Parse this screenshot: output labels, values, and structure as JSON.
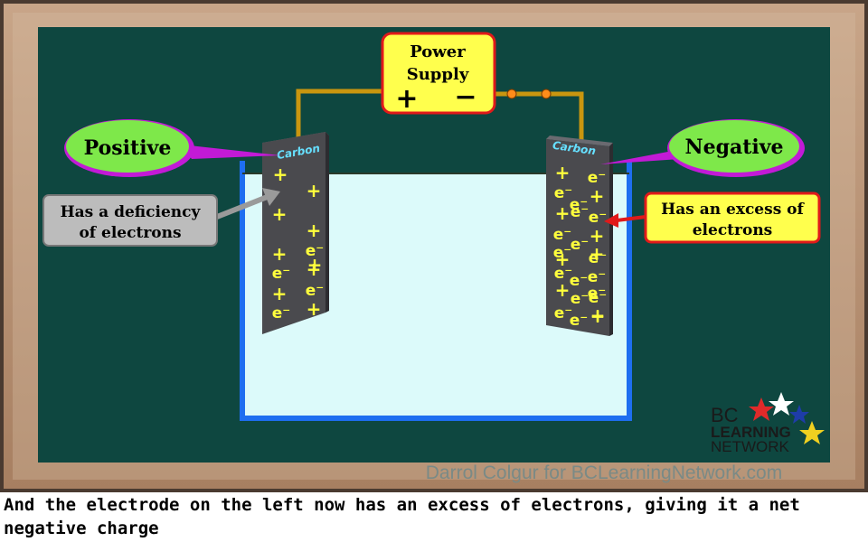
{
  "diagram": {
    "power_supply": {
      "label_line1": "Power",
      "label_line2": "Supply",
      "plus": "+",
      "minus": "−"
    },
    "left_electrode": {
      "material": "Carbon",
      "callout": "Positive",
      "note_line1": "Has a deficiency",
      "note_line2": "of electrons",
      "charges": [
        "+",
        "+",
        "+",
        "+",
        "+",
        "+",
        "+",
        "e⁻",
        "e⁻",
        "e⁻",
        "+",
        "+",
        "e⁻"
      ]
    },
    "right_electrode": {
      "material": "Carbon",
      "callout": "Negative",
      "note_line1": "Has an excess of",
      "note_line2": "electrons",
      "charges": [
        "+",
        "e⁻",
        "e⁻",
        "e⁻",
        "+",
        "+",
        "e⁻",
        "e⁻",
        "+",
        "e⁻",
        "e⁻",
        "e⁻",
        "+",
        "e⁻",
        "e⁻",
        "e⁻",
        "+",
        "e⁻",
        "e⁻",
        "e⁻",
        "+",
        "e⁻",
        "e⁻",
        "+",
        "e⁻",
        "+"
      ]
    },
    "logo": {
      "line1": "BC",
      "line2": "LEARNING",
      "line3": "NETWORK"
    },
    "credit": "Darrol Colgur for BCLearningNetwork.com"
  },
  "caption": "And the electrode on the left now has an excess of electrons, giving it a net negative charge",
  "colors": {
    "frame": "#b58e6e",
    "board": "#0e4740",
    "solution": "#dcfafa",
    "beaker": "#1e6ef0",
    "wire": "#c9960f",
    "electrode": "#4a4a4e",
    "charge": "#ffff3c",
    "callout_green": "#7ee84a",
    "callout_magenta": "#c21ad6",
    "power_fill": "#ffff4d",
    "power_border": "#e01a1a"
  }
}
